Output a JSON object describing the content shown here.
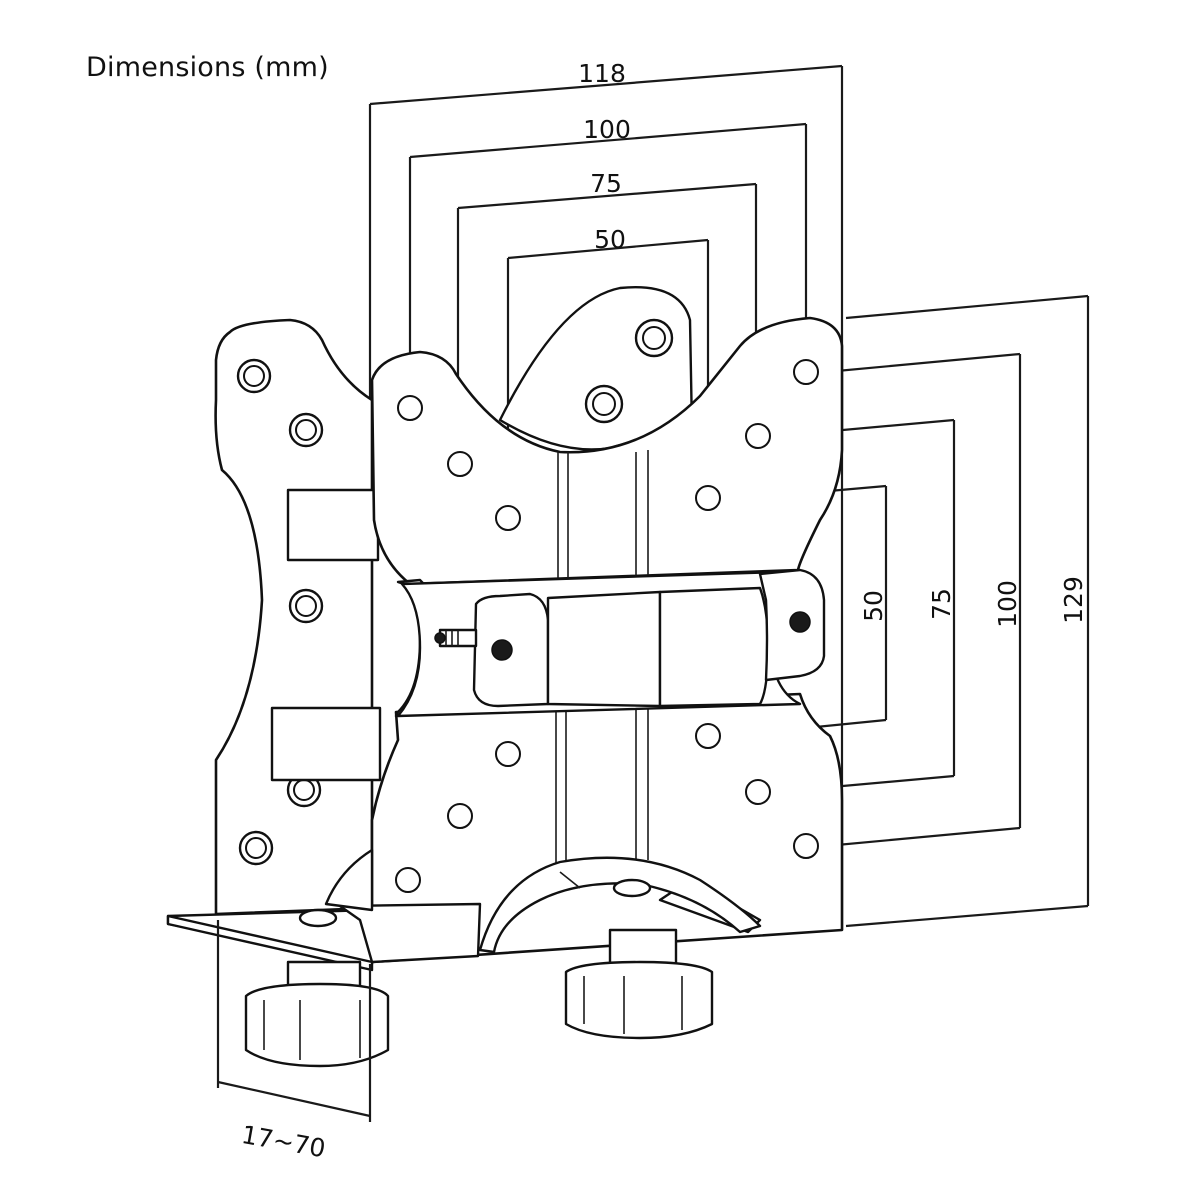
{
  "title": "Dimensions (mm)",
  "dimensions": {
    "width_outer": "118",
    "width_100": "100",
    "width_75": "75",
    "width_50": "50",
    "height_50": "50",
    "height_75": "75",
    "height_100": "100",
    "height_outer": "129",
    "clamp_range": "17~70"
  }
}
